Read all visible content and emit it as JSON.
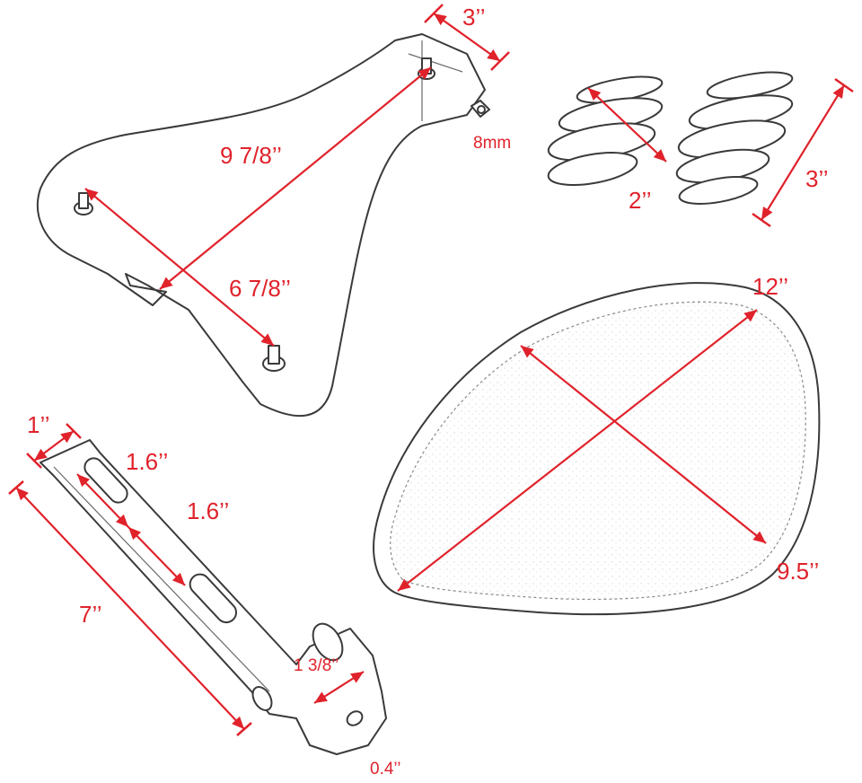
{
  "colors": {
    "dimension": "#e0222b",
    "label": "#e0222b",
    "outline": "#3a3a3a"
  },
  "labels": {
    "baseplate_width": "3’’",
    "bolt_size": "8mm",
    "baseplate_diagonal": "9 7/8’’",
    "baseplate_mount_spacing": "6 7/8’’",
    "spring_width": "2’’",
    "spring_height": "3’’",
    "seat_length": "12’’",
    "seat_width": "9.5’’",
    "bracket_width": "1’’",
    "bracket_slot_length": "1.6’’",
    "bracket_slot_spacing": "1.6’’",
    "bracket_length": "7’’",
    "bracket_clamp_width": "1 3/8’’",
    "bracket_hole": "0.4’’"
  }
}
